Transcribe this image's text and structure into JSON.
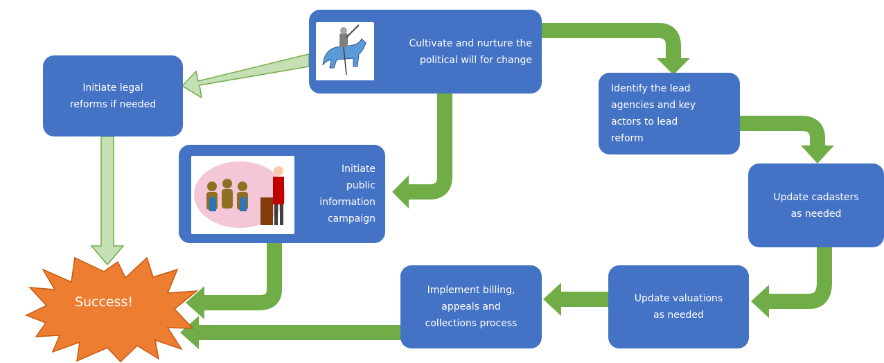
{
  "colors": {
    "box_fill": "#4472c4",
    "arrow_green": "#70ad47",
    "arrow_light": "#c5e0b4",
    "arrow_light_stroke": "#70ad47",
    "star_fill": "#ed7d31",
    "star_stroke": "#c55a11",
    "text": "#ffffff"
  },
  "nodes": {
    "political_will": {
      "label": "Cultivate and nurture the\npolitical will for change",
      "icon": "knight-on-horse-icon"
    },
    "legal_reforms": {
      "label": "Initiate legal\nreforms if needed"
    },
    "public_info": {
      "label": "Initiate\npublic\ninformation\ncampaign",
      "icon": "presentation-audience-icon"
    },
    "lead_agencies": {
      "label": "Identify the lead\nagencies and key\nactors to lead\nreform"
    },
    "cadasters": {
      "label": "Update cadasters\nas needed"
    },
    "valuations": {
      "label": "Update valuations\nas needed"
    },
    "billing": {
      "label": "Implement billing,\nappeals and\ncollections process"
    },
    "success": {
      "label": "Success!"
    }
  },
  "edges": [
    {
      "from": "political_will",
      "to": "legal_reforms",
      "style": "light"
    },
    {
      "from": "political_will",
      "to": "lead_agencies",
      "style": "green"
    },
    {
      "from": "political_will",
      "to": "public_info",
      "style": "green"
    },
    {
      "from": "lead_agencies",
      "to": "cadasters",
      "style": "green"
    },
    {
      "from": "cadasters",
      "to": "valuations",
      "style": "green"
    },
    {
      "from": "valuations",
      "to": "billing",
      "style": "green"
    },
    {
      "from": "billing",
      "to": "success",
      "style": "green"
    },
    {
      "from": "public_info",
      "to": "success",
      "style": "green"
    },
    {
      "from": "legal_reforms",
      "to": "success",
      "style": "light"
    }
  ]
}
